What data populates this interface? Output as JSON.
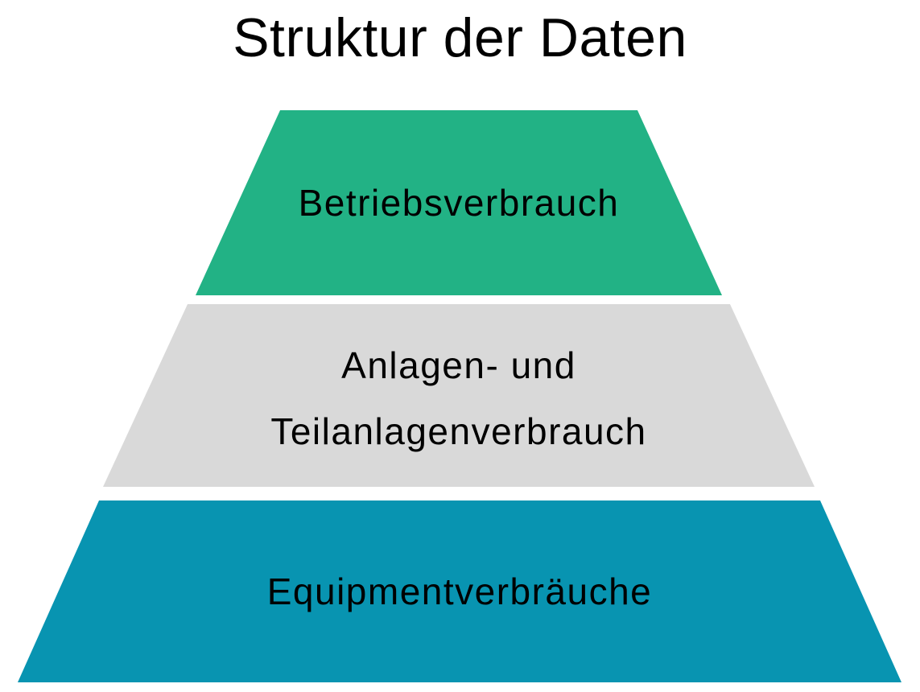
{
  "title": "Struktur der Daten",
  "pyramid": {
    "levels": [
      {
        "label": "Betriebsverbrauch",
        "color": "#22b285"
      },
      {
        "label": "Anlagen- und Teilanlagenverbrauch",
        "label_lines": [
          "Anlagen- und",
          "Teilanlagenverbrauch"
        ],
        "color": "#d9d9d9"
      },
      {
        "label": "Equipmentverbräuche",
        "color": "#0894b1"
      }
    ]
  },
  "colors": {
    "background": "#ffffff",
    "text": "#000000",
    "level_green": "#22b285",
    "level_gray": "#d9d9d9",
    "level_teal": "#0894b1"
  }
}
